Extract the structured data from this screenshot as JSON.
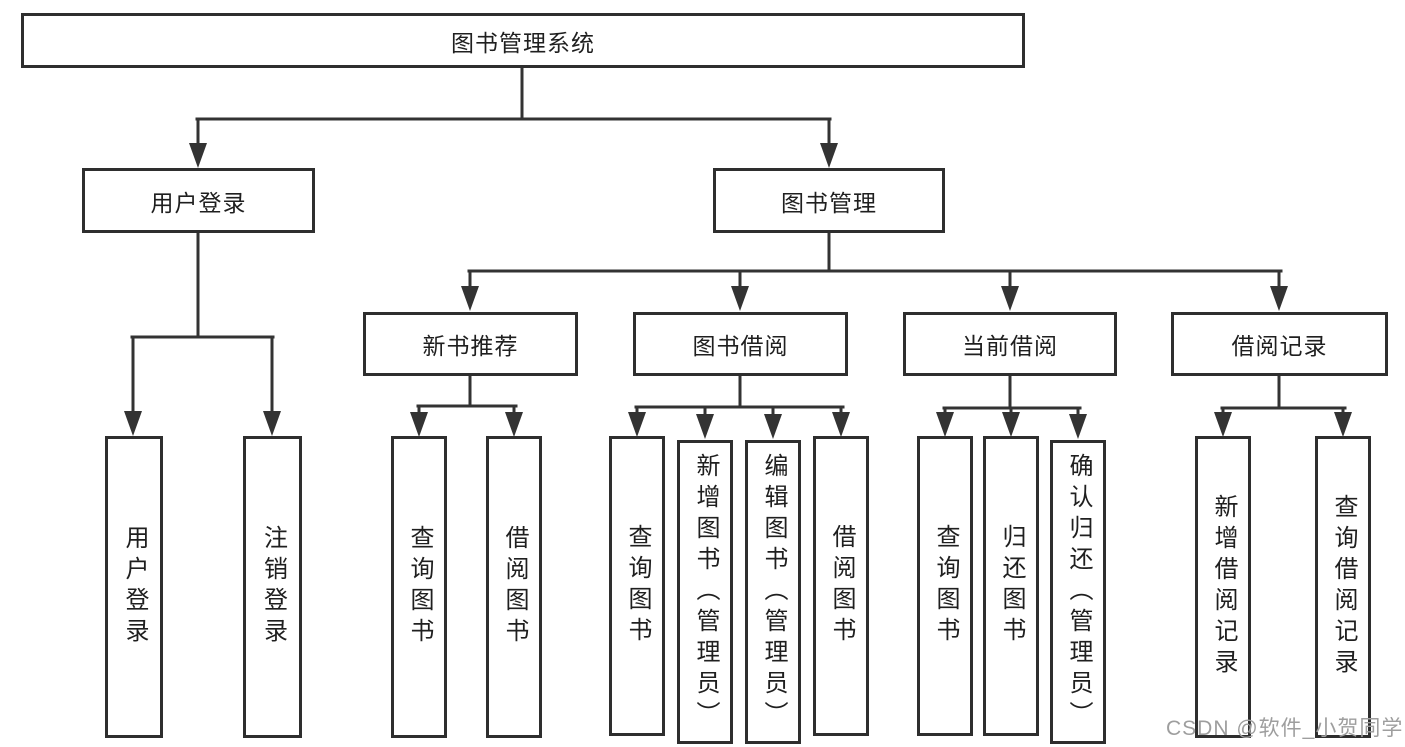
{
  "diagram": {
    "title": "图书管理系统",
    "level1": [
      {
        "label": "用户登录"
      },
      {
        "label": "图书管理"
      }
    ],
    "level2": [
      {
        "label": "新书推荐"
      },
      {
        "label": "图书借阅"
      },
      {
        "label": "当前借阅"
      },
      {
        "label": "借阅记录"
      }
    ],
    "leaves": [
      {
        "label": "用户登录"
      },
      {
        "label": "注销登录"
      },
      {
        "label": "查询图书"
      },
      {
        "label": "借阅图书"
      },
      {
        "label": "查询图书"
      },
      {
        "label": "新增图书（管理员）"
      },
      {
        "label": "编辑图书（管理员）"
      },
      {
        "label": "借阅图书"
      },
      {
        "label": "查询图书"
      },
      {
        "label": "归还图书"
      },
      {
        "label": "确认归还（管理员）"
      },
      {
        "label": "新增借阅记录"
      },
      {
        "label": "查询借阅记录"
      }
    ]
  },
  "watermark": {
    "text": "CSDN @软件_小贺同学"
  },
  "colors": {
    "line": "#333333",
    "border": "#2e2e2e",
    "text": "#1f1f1f",
    "watermark_text": "#9e9e9e",
    "background": "#ffffff"
  }
}
